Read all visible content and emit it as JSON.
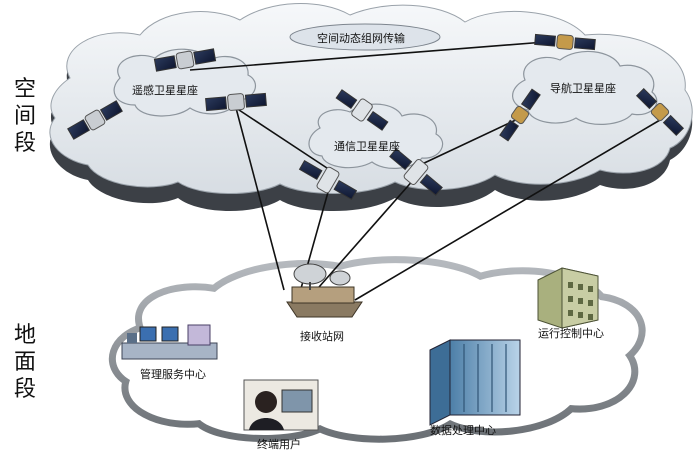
{
  "segments": {
    "space": [
      "空",
      "间",
      "段"
    ],
    "ground": [
      "地",
      "面",
      "段"
    ]
  },
  "clouds": {
    "network_label": "空间动态组网传输",
    "remote_sensing": "遥感卫星星座",
    "communication": "通信卫星星座",
    "navigation": "导航卫星星座"
  },
  "ground": {
    "receiving": "接收站网",
    "operation_control": "运行控制中心",
    "management": "管理服务中心",
    "data_processing": "数据处理中心",
    "terminal_users": "终端用户"
  },
  "colors": {
    "cloud_top": "#eef1f4",
    "cloud_shadow": "#3f4348",
    "ground_ring": "#8a8f95",
    "link_line": "#111111"
  }
}
